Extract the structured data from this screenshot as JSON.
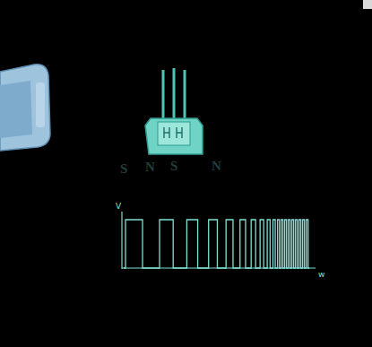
{
  "diagram": {
    "labels": [
      "S",
      "N",
      "S",
      "N",
      "V",
      "w"
    ]
  }
}
